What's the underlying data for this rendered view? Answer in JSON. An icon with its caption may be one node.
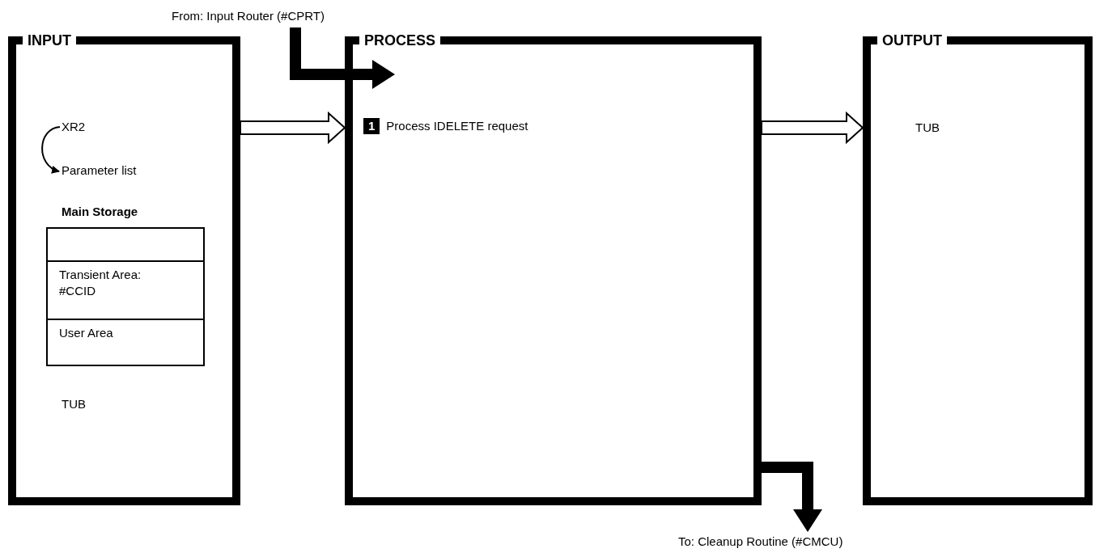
{
  "diagram": {
    "nodes": [
      {
        "text": [
          "INPUT"
        ]
      },
      {
        "text": [
          "XR2"
        ],
        "in": 0
      },
      {
        "text": [
          "Parameter list"
        ],
        "in": 0
      },
      {
        "text": [
          "Main Storage"
        ],
        "in": 0
      },
      {
        "text": [],
        "shape": "box",
        "in": 3
      },
      {
        "text": [
          "Transient Area: #CCID"
        ],
        "in": 3
      },
      {
        "text": [
          "User Area"
        ],
        "in": 3
      },
      {
        "text": [
          "PROCESS"
        ]
      },
      {
        "text": [
          "1",
          "Process IDELETE request"
        ],
        "in": 7
      },
      {
        "text": [
          "OUTPUT"
        ]
      },
      {
        "text": [
          "From:  Input Router (#CPRT)"
        ]
      },
      {
        "text": [
          "To:  Cleanup Routine (#CMCU)"
        ]
      }
    ],
    "edges": [
      {
        "from": 1,
        "to": 2,
        "arrow": "to"
      },
      {
        "from": 0,
        "to": 7,
        "arrow": "to"
      },
      {
        "from": 7,
        "to": 9,
        "arrow": "to"
      },
      {
        "from": 10,
        "to": 7,
        "arrow": "to",
        "style": "thick"
      },
      {
        "from": 7,
        "to": 11,
        "arrow": "to",
        "style": "thick"
      }
    ],
    "labels": [
      "TUB",
      "TUB"
    ]
  }
}
